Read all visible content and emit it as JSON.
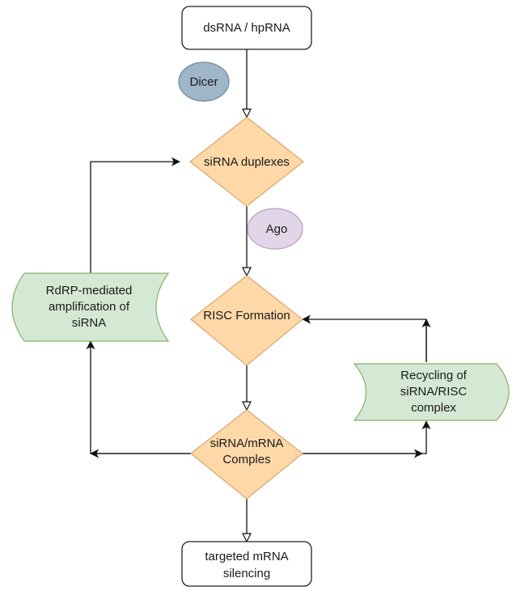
{
  "nodes": {
    "start": {
      "label": "dsRNA / hpRNA"
    },
    "dicer": {
      "label": "Dicer"
    },
    "sirna_duplexes": {
      "label": "siRNA duplexes"
    },
    "ago": {
      "label": "Ago"
    },
    "risc_formation": {
      "label": "RISC Formation"
    },
    "complex": {
      "line1": "siRNA/mRNA",
      "line2": "Comples"
    },
    "end": {
      "line1": "targeted mRNA",
      "line2": "silencing"
    },
    "rdrp": {
      "line1": "RdRP-mediated",
      "line2": "amplification of",
      "line3": "siRNA"
    },
    "recycling": {
      "line1": "Recycling of",
      "line2": "siRNA/RISC",
      "line3": "complex"
    }
  },
  "colors": {
    "decision_fill": "#ffd8a8",
    "decision_stroke": "#d9a66e",
    "tape_fill": "#d5e8d4",
    "tape_stroke": "#82b366",
    "dicer_fill": "#9fb6c8",
    "dicer_stroke": "#6a8aa3",
    "ago_fill": "#e1d5e7",
    "ago_stroke": "#b69cc4",
    "box_fill": "#ffffff",
    "box_stroke": "#222222",
    "line": "#111111"
  }
}
